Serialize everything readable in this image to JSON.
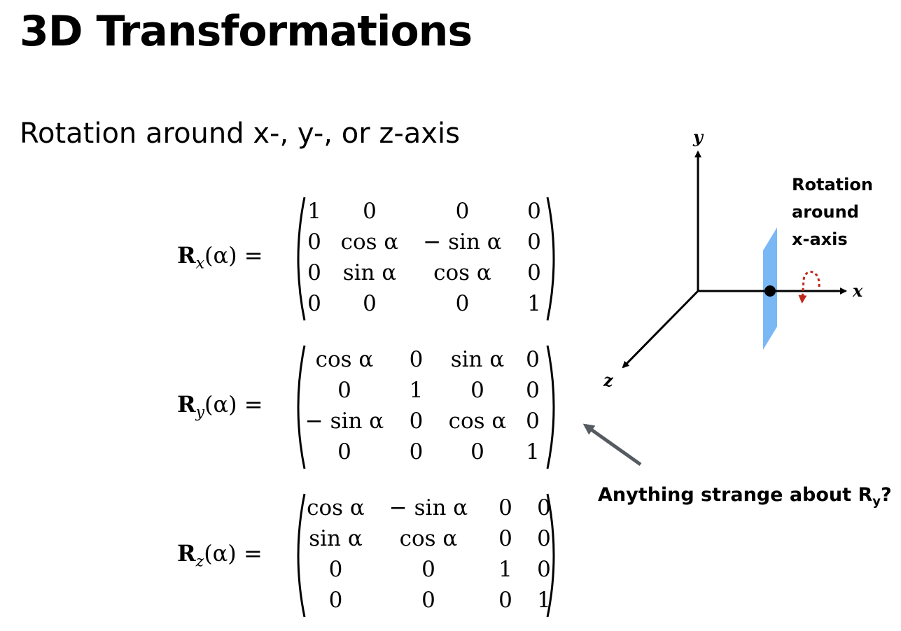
{
  "slide": {
    "title": "3D Transformations",
    "subtitle": "Rotation around x-, y-, or z-axis"
  },
  "matrices": [
    {
      "name": "R",
      "sub": "x",
      "arg": "(α) =",
      "rows": [
        [
          "1",
          "0",
          "0",
          "0"
        ],
        [
          "0",
          "cos α",
          "− sin α",
          "0"
        ],
        [
          "0",
          "sin α",
          "cos α",
          "0"
        ],
        [
          "0",
          "0",
          "0",
          "1"
        ]
      ]
    },
    {
      "name": "R",
      "sub": "y",
      "arg": "(α) =",
      "rows": [
        [
          "cos α",
          "0",
          "sin α",
          "0"
        ],
        [
          "0",
          "1",
          "0",
          "0"
        ],
        [
          "− sin α",
          "0",
          "cos α",
          "0"
        ],
        [
          "0",
          "0",
          "0",
          "1"
        ]
      ]
    },
    {
      "name": "R",
      "sub": "z",
      "arg": "(α) =",
      "rows": [
        [
          "cos α",
          "− sin α",
          "0",
          "0"
        ],
        [
          "sin α",
          "cos α",
          "0",
          "0"
        ],
        [
          "0",
          "0",
          "1",
          "0"
        ],
        [
          "0",
          "0",
          "0",
          "1"
        ]
      ]
    }
  ],
  "diagram": {
    "axis_labels": {
      "x": "x",
      "y": "y",
      "z": "z"
    },
    "rotation_label": [
      "Rotation",
      "around",
      "x-axis"
    ],
    "plane_color": "#7ab8f5",
    "rotation_arrow_color": "#c0281b"
  },
  "callout": {
    "text": "Anything strange about R",
    "sub": "y",
    "suffix": "?",
    "arrow_color": "#555b61"
  }
}
